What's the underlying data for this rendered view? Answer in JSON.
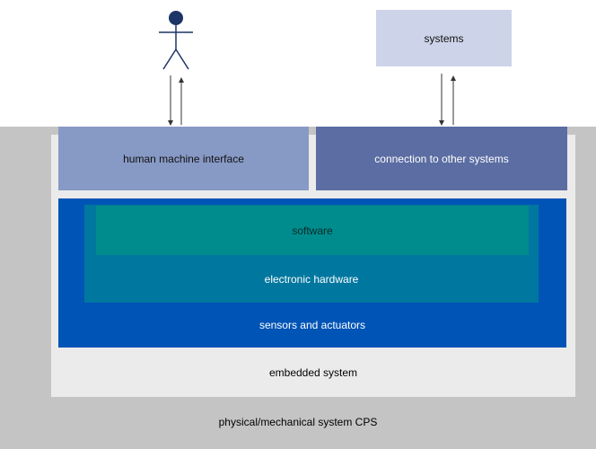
{
  "diagram": {
    "outer_label": "physical/mechanical system CPS",
    "embedded_label": "embedded system",
    "hmi_label": "human machine interface",
    "connection_label": "connection to other systems",
    "sensors_label": "sensors and actuators",
    "hardware_label": "electronic hardware",
    "software_label": "software",
    "systems_label": "systems"
  },
  "colors": {
    "outer": "#c4c4c4",
    "embedded": "#ebebeb",
    "hmi": "#8799c5",
    "connection": "#5b6da3",
    "sensors": "#0054b6",
    "hardware": "#00779f",
    "software": "#008c8c",
    "systems": "#cdd4e9",
    "person": "#1c3566"
  }
}
